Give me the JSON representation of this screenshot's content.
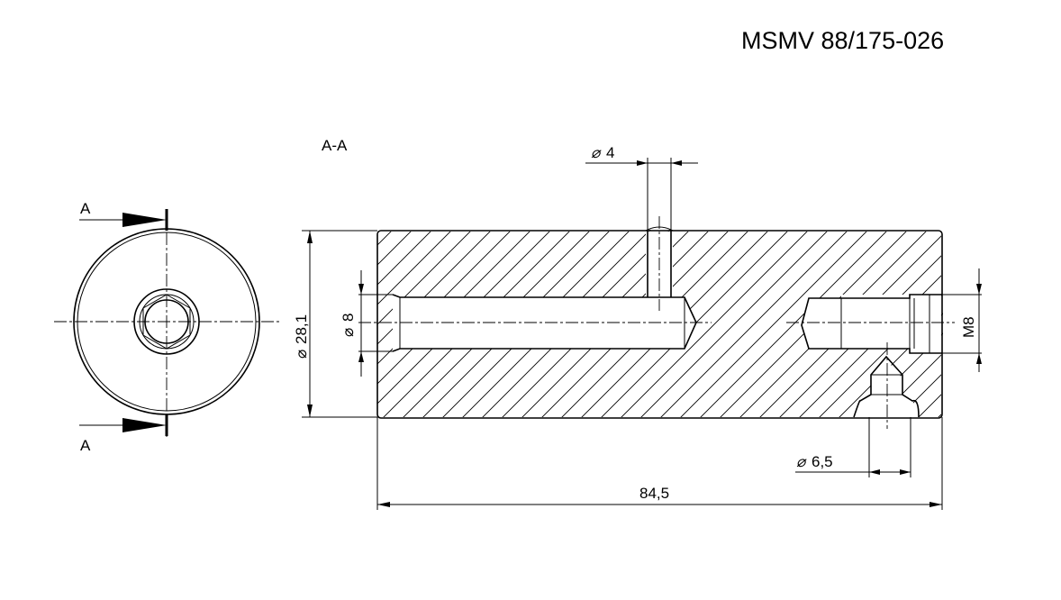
{
  "drawing": {
    "part_number": "MSMV 88/175-026",
    "section_label": "A-A",
    "section_marker_top": "A",
    "section_marker_bottom": "A",
    "dimensions": {
      "cross_hole": "4",
      "outer_diameter": "28,1",
      "bore_diameter": "8",
      "thread": "M8",
      "side_hole": "6,5",
      "length": "84,5"
    },
    "line_color": "#000000",
    "background_color": "#ffffff"
  }
}
